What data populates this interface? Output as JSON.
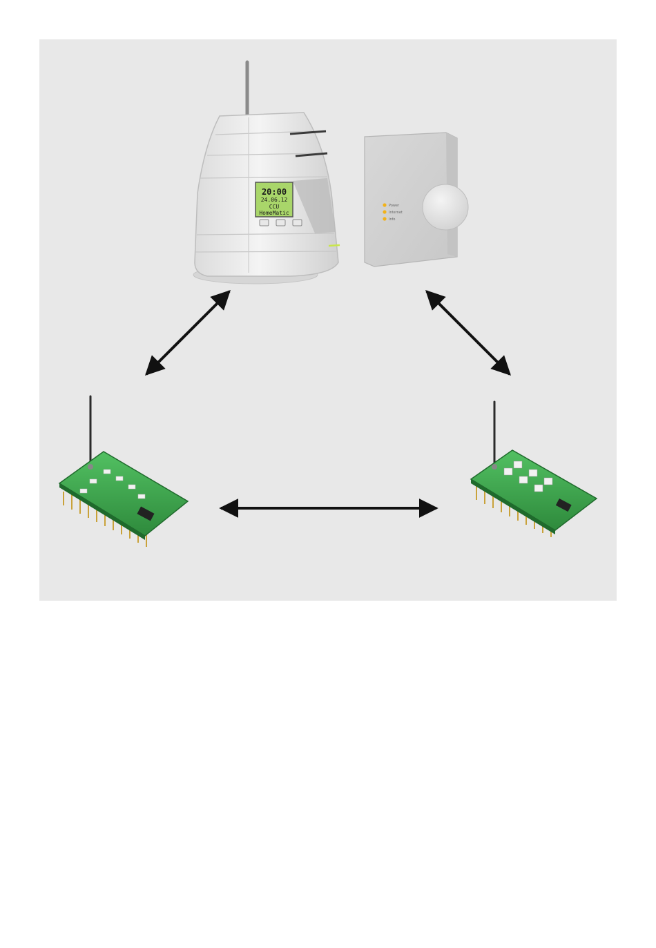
{
  "diagram": {
    "ccu": {
      "lcd_time": "20:00",
      "lcd_date": "24.06.12",
      "lcd_line1": "CCU",
      "lcd_line2": "HomeMatic"
    },
    "lan_gateway": {
      "leds": [
        "Power",
        "Internet",
        "Info"
      ],
      "led_color": "#f2b21a"
    },
    "pcb_color": "#3aa64a",
    "arrow_color": "#111111",
    "background_color": "#e8e8e8"
  }
}
